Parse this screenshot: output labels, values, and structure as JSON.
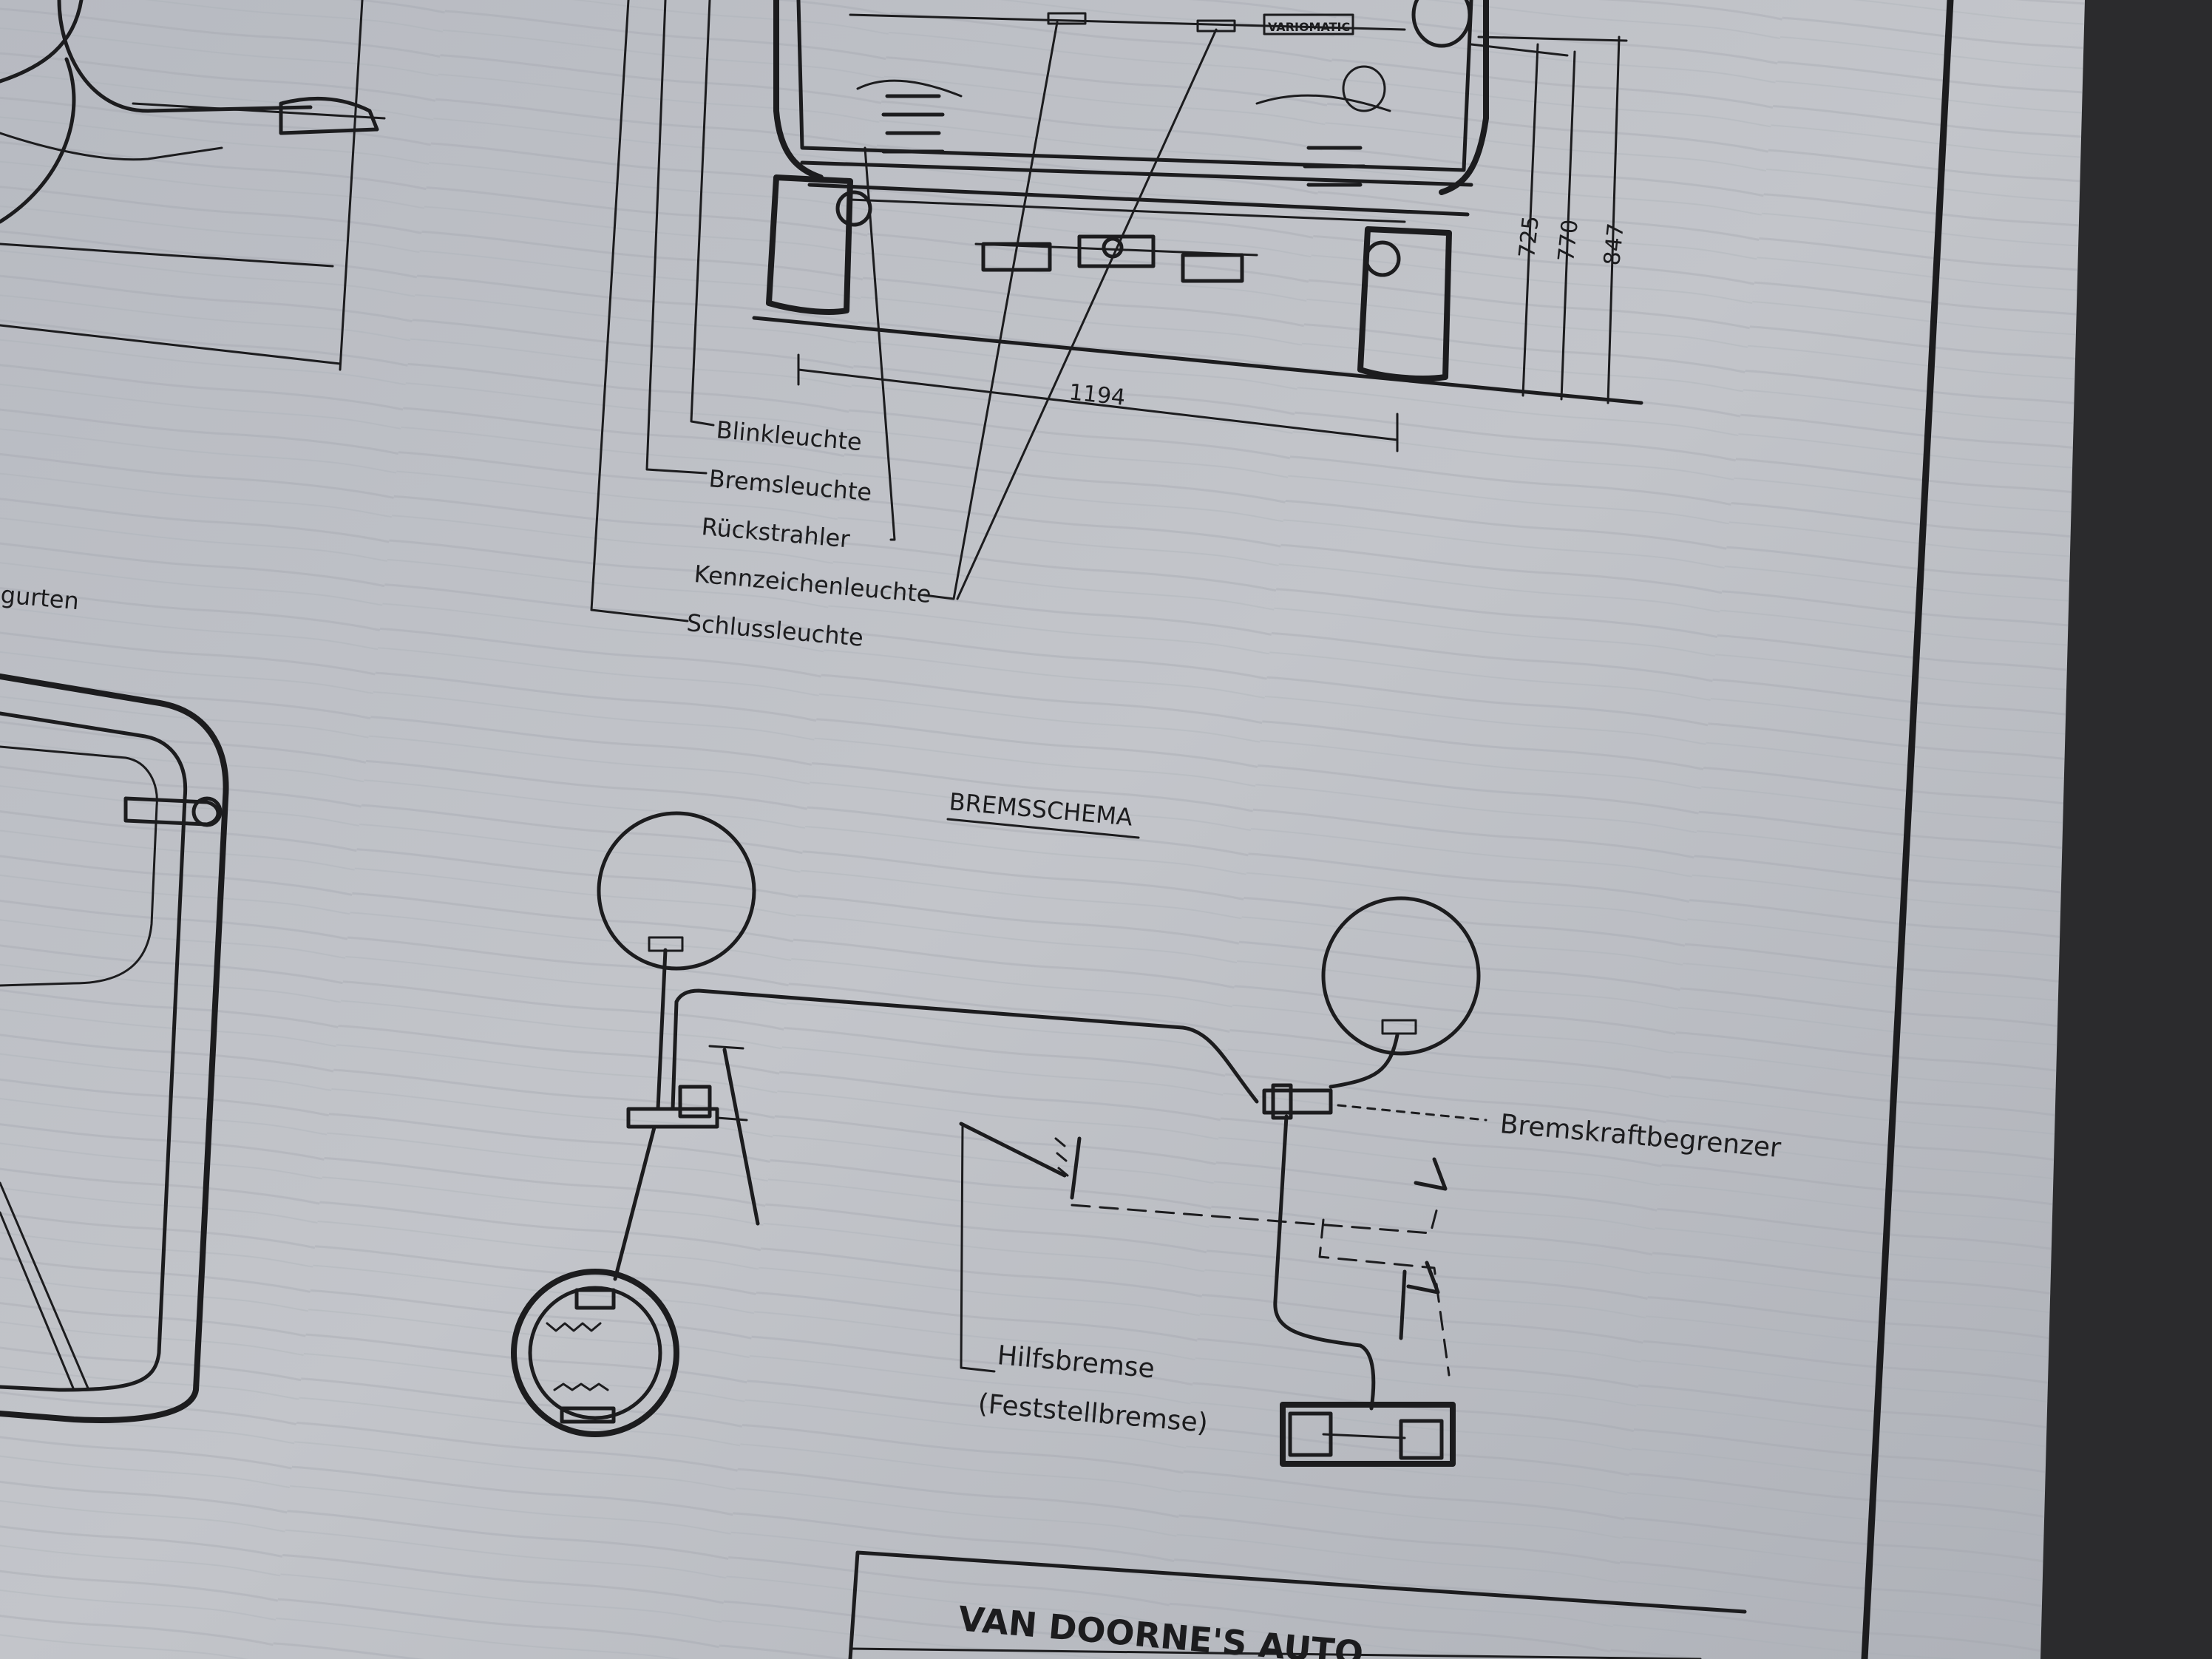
{
  "rear_view": {
    "badge": "VARIOMATIC",
    "dim_width": "1194",
    "dim_h1": "725",
    "dim_h2": "770",
    "dim_h3": "847",
    "labels": [
      "Blinkleuchte",
      "Bremsleuchte",
      "Rückstrahler",
      "Kennzeichenleuchte",
      "Schlussleuchte"
    ]
  },
  "left_fragment": "gurten",
  "brake_schema": {
    "title": "BREMSSCHEMA",
    "limiter_label": "Bremskraftbegrenzer",
    "handbrake_label": "Hilfsbremse",
    "handbrake_sub": "(Feststellbremse)"
  },
  "title_block": "VAN DOORNE'S  AUTO",
  "colors": {
    "paper": "#b9bcc2",
    "ink": "#1c1c1e",
    "background": "#2b2b2d"
  }
}
